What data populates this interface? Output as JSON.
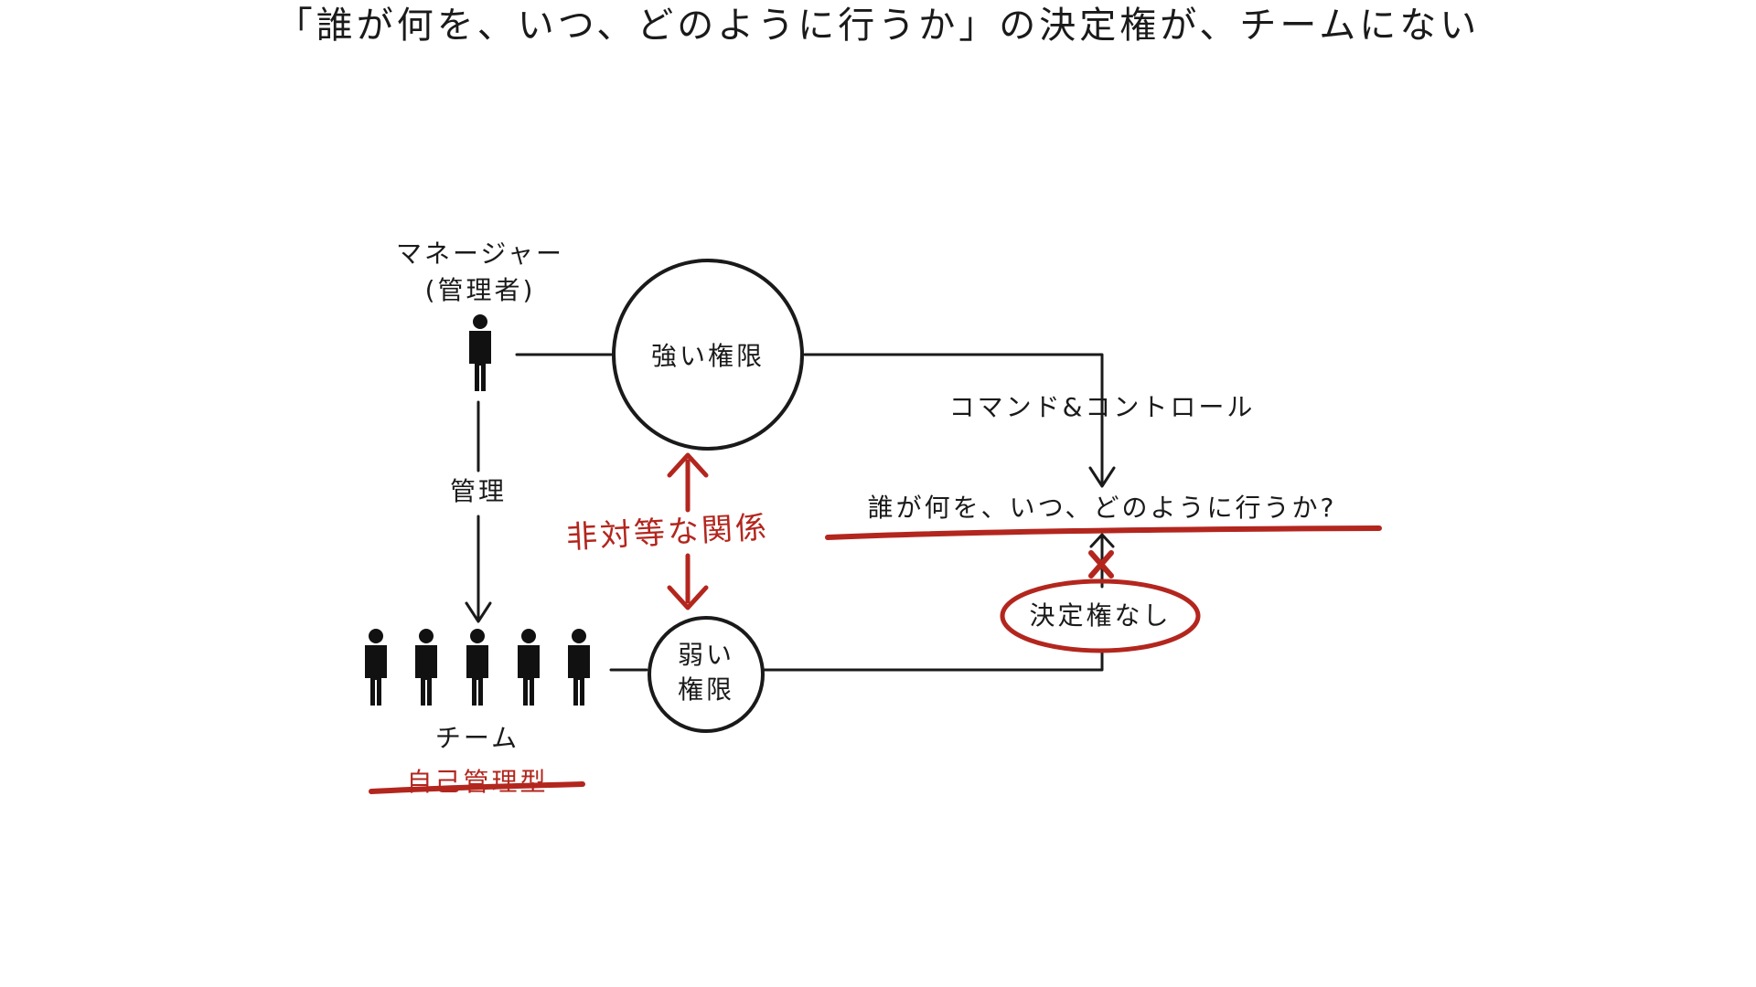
{
  "title": "「誰が何を、いつ、どのように行うか」の決定権が、チームにない",
  "diagram": {
    "manager": {
      "role": "マネージャー",
      "role_sub": "(管理者)"
    },
    "strong_authority": "強い権限",
    "weak_authority": "弱い権限",
    "management_label": "管理",
    "asymmetric_relation": "非対等な関係",
    "command_control": "コマンド&コントロール",
    "question": "誰が何を、いつ、どのように行うか?",
    "no_decision_right": "決定権なし",
    "team": {
      "label": "チーム",
      "struck_label": "自己管理型",
      "member_count": 5
    },
    "colors": {
      "ink": "#1a1a1a",
      "accent_red": "#b3261e"
    }
  }
}
